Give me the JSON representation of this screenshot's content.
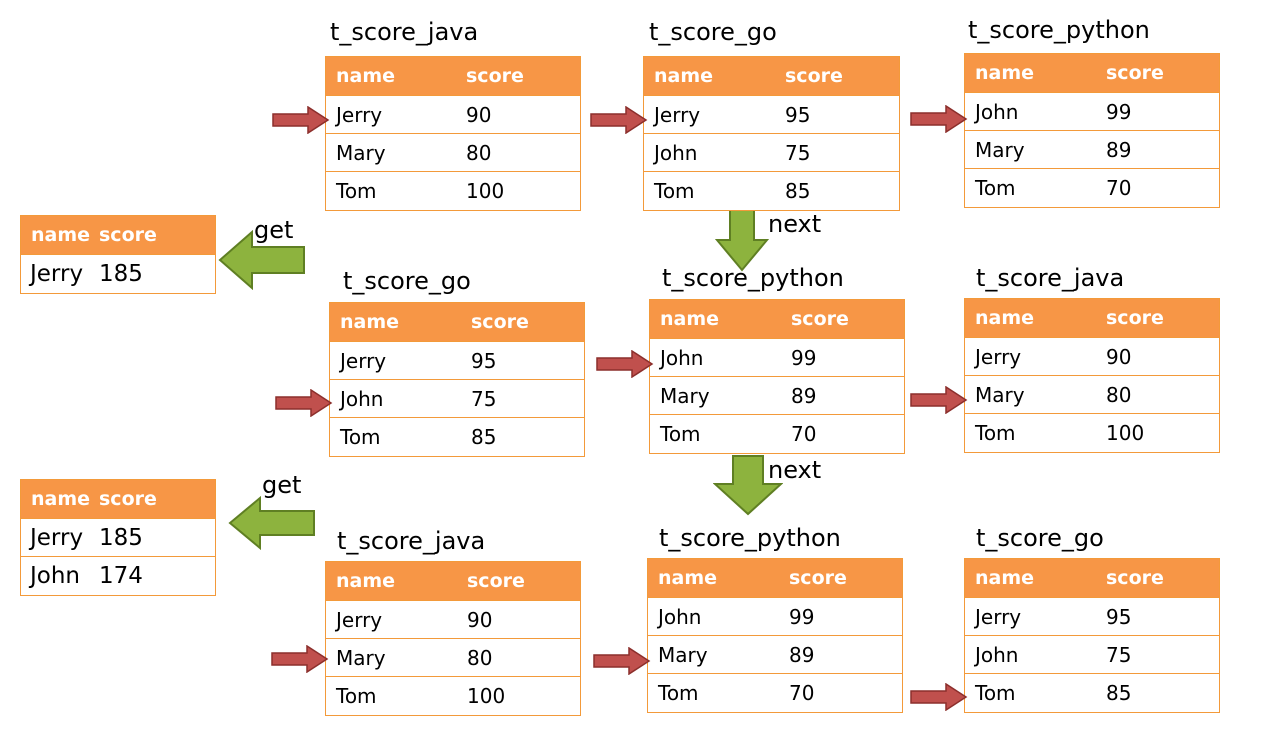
{
  "columns": {
    "name": "name",
    "score": "score"
  },
  "labels": {
    "get": "get",
    "next": "next"
  },
  "colors": {
    "header": "#f79646",
    "border": "#f39a3a",
    "red_arrow": "#c0504d",
    "green_arrow": "#8db33e"
  },
  "results": [
    {
      "rows": [
        {
          "name": "Jerry",
          "score": "185"
        }
      ]
    },
    {
      "rows": [
        {
          "name": "Jerry",
          "score": "185"
        },
        {
          "name": "John",
          "score": "174"
        }
      ]
    }
  ],
  "stages": [
    {
      "tables": [
        {
          "title": "t_score_java",
          "rows": [
            {
              "name": "Jerry",
              "score": "90"
            },
            {
              "name": "Mary",
              "score": "80"
            },
            {
              "name": "Tom",
              "score": "100"
            }
          ],
          "pointer_row": "Jerry"
        },
        {
          "title": "t_score_go",
          "rows": [
            {
              "name": "Jerry",
              "score": "95"
            },
            {
              "name": "John",
              "score": "75"
            },
            {
              "name": "Tom",
              "score": "85"
            }
          ],
          "pointer_row": "Jerry"
        },
        {
          "title": "t_score_python",
          "rows": [
            {
              "name": "John",
              "score": "99"
            },
            {
              "name": "Mary",
              "score": "89"
            },
            {
              "name": "Tom",
              "score": "70"
            }
          ],
          "pointer_row": "John"
        }
      ]
    },
    {
      "tables": [
        {
          "title": "t_score_go",
          "rows": [
            {
              "name": "Jerry",
              "score": "95"
            },
            {
              "name": "John",
              "score": "75"
            },
            {
              "name": "Tom",
              "score": "85"
            }
          ],
          "pointer_row": "John"
        },
        {
          "title": "t_score_python",
          "rows": [
            {
              "name": "John",
              "score": "99"
            },
            {
              "name": "Mary",
              "score": "89"
            },
            {
              "name": "Tom",
              "score": "70"
            }
          ],
          "pointer_row": "John"
        },
        {
          "title": "t_score_java",
          "rows": [
            {
              "name": "Jerry",
              "score": "90"
            },
            {
              "name": "Mary",
              "score": "80"
            },
            {
              "name": "Tom",
              "score": "100"
            }
          ],
          "pointer_row": "Mary"
        }
      ]
    },
    {
      "tables": [
        {
          "title": "t_score_java",
          "rows": [
            {
              "name": "Jerry",
              "score": "90"
            },
            {
              "name": "Mary",
              "score": "80"
            },
            {
              "name": "Tom",
              "score": "100"
            }
          ],
          "pointer_row": "Mary"
        },
        {
          "title": "t_score_python",
          "rows": [
            {
              "name": "John",
              "score": "99"
            },
            {
              "name": "Mary",
              "score": "89"
            },
            {
              "name": "Tom",
              "score": "70"
            }
          ],
          "pointer_row": "Mary"
        },
        {
          "title": "t_score_go",
          "rows": [
            {
              "name": "Jerry",
              "score": "95"
            },
            {
              "name": "John",
              "score": "75"
            },
            {
              "name": "Tom",
              "score": "85"
            }
          ],
          "pointer_row": "Tom"
        }
      ]
    }
  ]
}
